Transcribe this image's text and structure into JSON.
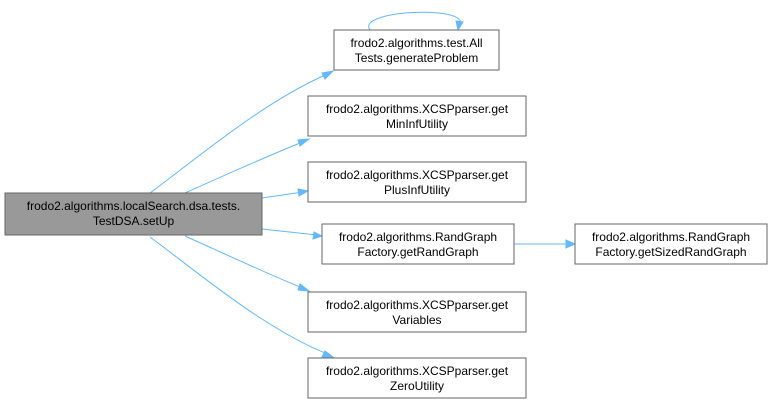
{
  "nodes": {
    "root": {
      "line1": "frodo2.algorithms.localSearch.dsa.tests.",
      "line2": "TestDSA.setUp"
    },
    "genProblem": {
      "line1": "frodo2.algorithms.test.All",
      "line2": "Tests.generateProblem"
    },
    "minInf": {
      "line1": "frodo2.algorithms.XCSPparser.get",
      "line2": "MinInfUtility"
    },
    "plusInf": {
      "line1": "frodo2.algorithms.XCSPparser.get",
      "line2": "PlusInfUtility"
    },
    "randGraph": {
      "line1": "frodo2.algorithms.RandGraph",
      "line2": "Factory.getRandGraph"
    },
    "sizedRand": {
      "line1": "frodo2.algorithms.RandGraph",
      "line2": "Factory.getSizedRandGraph"
    },
    "variables": {
      "line1": "frodo2.algorithms.XCSPparser.get",
      "line2": "Variables"
    },
    "zeroUtility": {
      "line1": "frodo2.algorithms.XCSPparser.get",
      "line2": "ZeroUtility"
    }
  },
  "edges": [
    {
      "from": "root",
      "to": "genProblem"
    },
    {
      "from": "root",
      "to": "minInf"
    },
    {
      "from": "root",
      "to": "plusInf"
    },
    {
      "from": "root",
      "to": "randGraph"
    },
    {
      "from": "root",
      "to": "variables"
    },
    {
      "from": "root",
      "to": "zeroUtility"
    },
    {
      "from": "randGraph",
      "to": "sizedRand"
    },
    {
      "from": "genProblem",
      "to": "genProblem"
    }
  ],
  "colors": {
    "edge": "#63b8ff",
    "root_fill": "#999999",
    "node_fill": "#ffffff",
    "node_stroke": "#666666"
  }
}
